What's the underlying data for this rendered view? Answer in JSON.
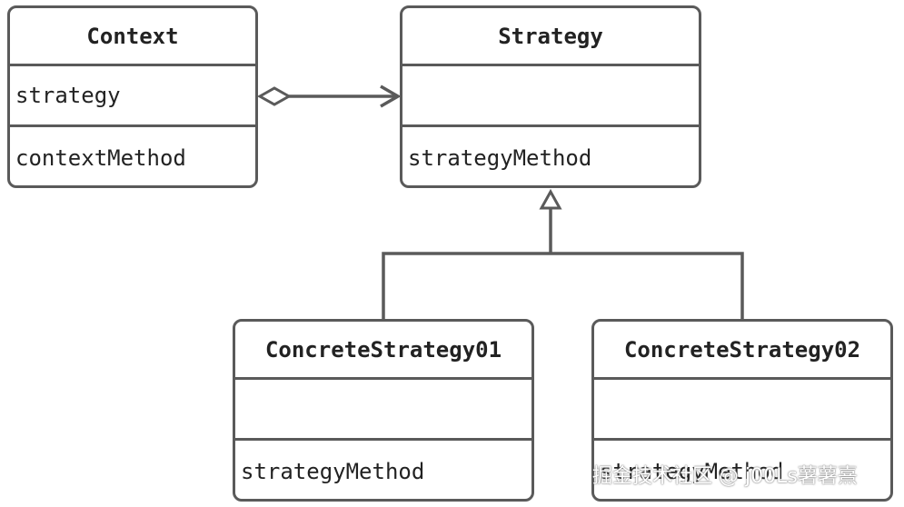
{
  "classes": {
    "context": {
      "name": "Context",
      "attribute": "strategy",
      "method": "contextMethod"
    },
    "strategy": {
      "name": "Strategy",
      "attribute": "",
      "method": "strategyMethod"
    },
    "concrete1": {
      "name": "ConcreteStrategy01",
      "attribute": "",
      "method": "strategyMethod"
    },
    "concrete2": {
      "name": "ConcreteStrategy02",
      "attribute": "",
      "method": "strategyMethod"
    }
  },
  "relations": {
    "aggregation": "aggregation",
    "inheritance": "generalization"
  },
  "colors": {
    "line": "#5a5a5a",
    "text": "#222222",
    "background": "#ffffff"
  },
  "watermark": "掘金技术社区 @ j00Ls薯薯熹"
}
